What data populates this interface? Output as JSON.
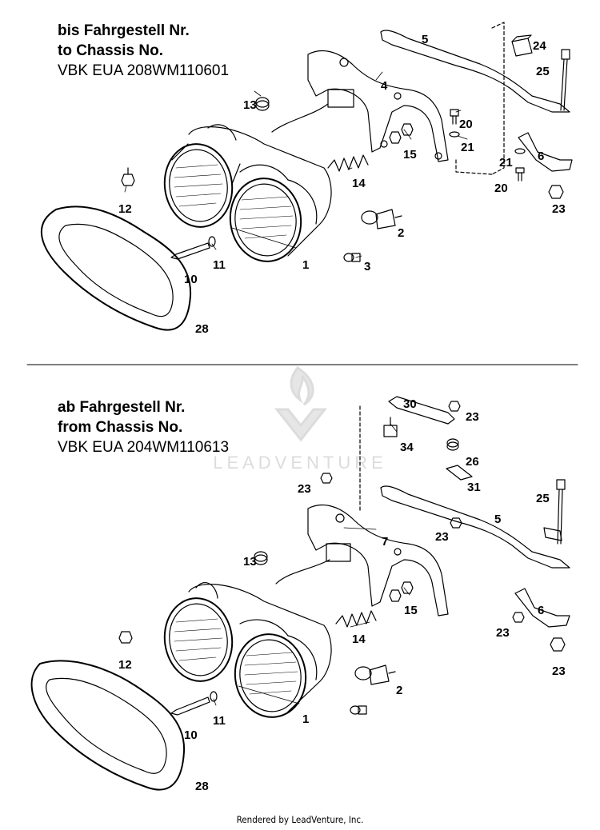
{
  "section_top": {
    "line1": "bis Fahrgestell Nr.",
    "line2": "to Chassis No.",
    "line3": "VBK EUA 208WM110601",
    "callouts": [
      "5",
      "24",
      "25",
      "4",
      "13",
      "20",
      "15",
      "21",
      "21",
      "6",
      "14",
      "20",
      "12",
      "2",
      "23",
      "11",
      "1",
      "3",
      "10",
      "28"
    ]
  },
  "section_bottom": {
    "line1": "ab Fahrgestell Nr.",
    "line2": "from Chassis No.",
    "line3": "VBK EUA 204WM110613",
    "callouts": [
      "30",
      "23",
      "34",
      "26",
      "23",
      "31",
      "25",
      "5",
      "7",
      "23",
      "13",
      "15",
      "6",
      "14",
      "23",
      "12",
      "2",
      "23",
      "11",
      "1",
      "10",
      "28"
    ]
  },
  "watermark": {
    "text": "LEADVENTURE",
    "icon": "flame-v-logo"
  },
  "footer": "Rendered by LeadVenture, Inc.",
  "colors": {
    "ink": "#000000",
    "watermark": "#dcdcdc"
  }
}
